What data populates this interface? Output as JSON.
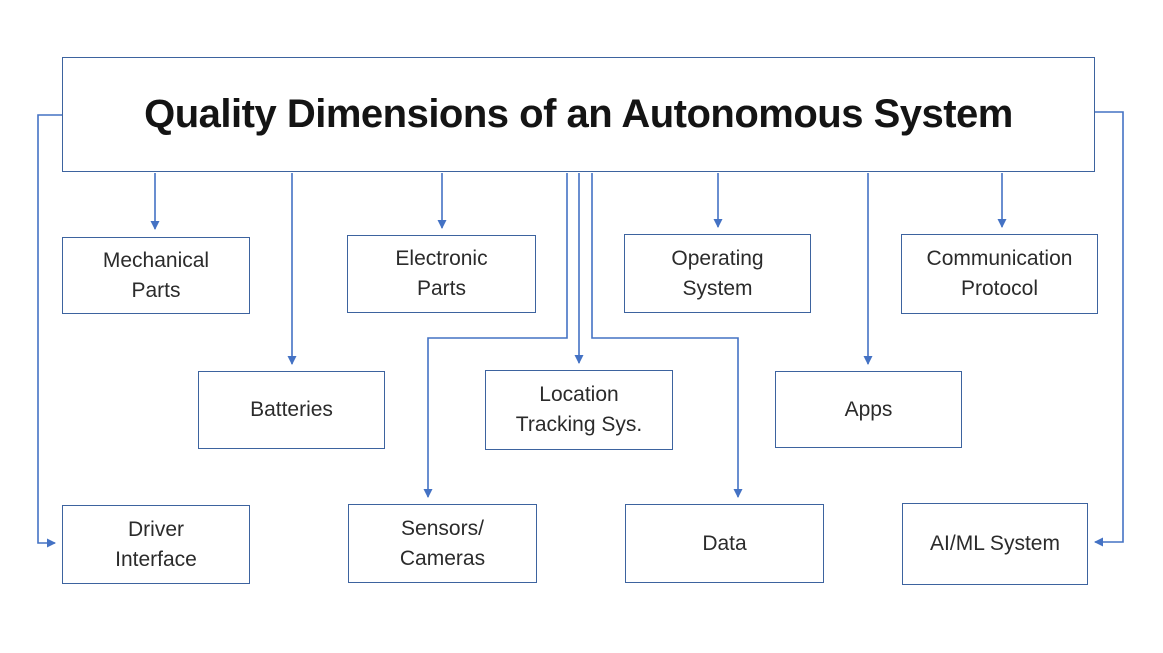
{
  "diagram": {
    "title": "Quality Dimensions of an Autonomous System",
    "nodes": [
      {
        "id": "mechanical-parts",
        "label": "Mechanical\nParts"
      },
      {
        "id": "electronic-parts",
        "label": "Electronic\nParts"
      },
      {
        "id": "operating-system",
        "label": "Operating\nSystem"
      },
      {
        "id": "communication-protocol",
        "label": "Communication\nProtocol"
      },
      {
        "id": "batteries",
        "label": "Batteries"
      },
      {
        "id": "location-tracking-sys",
        "label": "Location\nTracking Sys."
      },
      {
        "id": "apps",
        "label": "Apps"
      },
      {
        "id": "driver-interface",
        "label": "Driver\nInterface"
      },
      {
        "id": "sensors-cameras",
        "label": "Sensors/\nCameras"
      },
      {
        "id": "data",
        "label": "Data"
      },
      {
        "id": "ai-ml-system",
        "label": "AI/ML System"
      }
    ],
    "edges": [
      {
        "from": "title",
        "to": "mechanical-parts"
      },
      {
        "from": "title",
        "to": "electronic-parts"
      },
      {
        "from": "title",
        "to": "operating-system"
      },
      {
        "from": "title",
        "to": "communication-protocol"
      },
      {
        "from": "title",
        "to": "batteries"
      },
      {
        "from": "title",
        "to": "location-tracking-sys"
      },
      {
        "from": "title",
        "to": "apps"
      },
      {
        "from": "title",
        "to": "driver-interface"
      },
      {
        "from": "title",
        "to": "sensors-cameras"
      },
      {
        "from": "title",
        "to": "data"
      },
      {
        "from": "title",
        "to": "ai-ml-system"
      }
    ],
    "colors": {
      "background": "#ffffff",
      "box_fill": "#ffffff",
      "box_border": "#3d639f",
      "connector": "#4472c4",
      "title_text": "#141414",
      "node_text": "#2b2b2b"
    }
  }
}
